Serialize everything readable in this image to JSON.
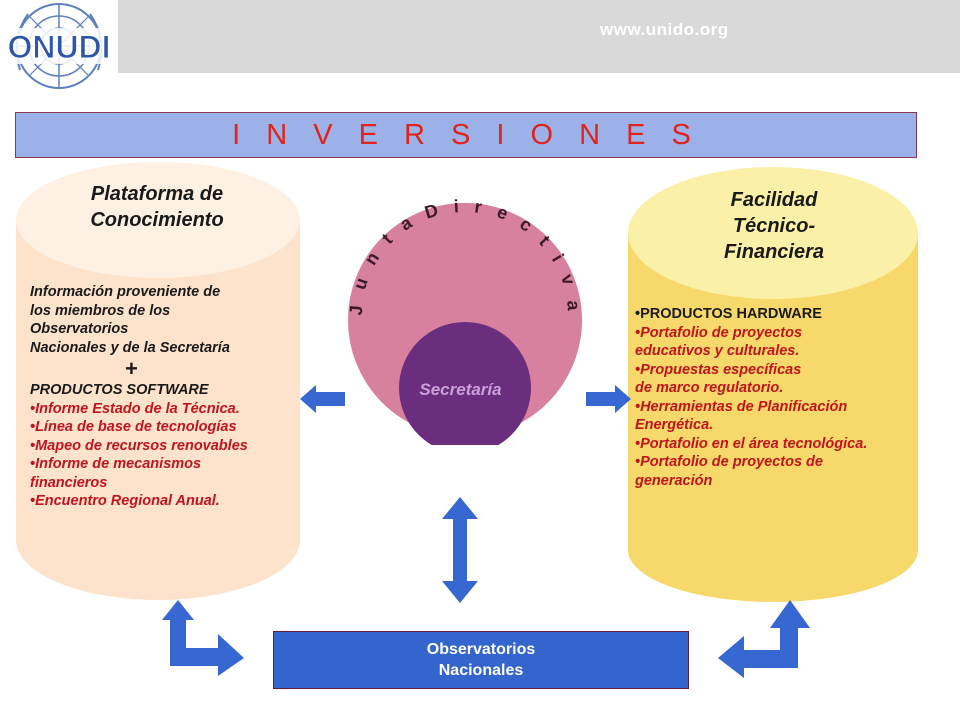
{
  "header": {
    "logo_text": "ONUDI",
    "url": "www.unido.org"
  },
  "title": "I N V E R S I O N E S",
  "left_panel": {
    "title_line1": "Plataforma de",
    "title_line2": "Conocimiento",
    "intro_lines": [
      "Información proveniente de",
      "los miembros de los",
      "Observatorios",
      "Nacionales y de la Secretaría"
    ],
    "plus": "+",
    "products_heading": "PRODUCTOS SOFTWARE",
    "bullets": [
      "•Informe Estado de la Técnica.",
      "•Línea de base de tecnologías",
      "•Mapeo de recursos renovables",
      "•Informe de mecanismos",
      "financieros",
      "•Encuentro Regional Anual."
    ]
  },
  "center": {
    "arc_label": "J u n t a   D i r e c t i v a",
    "inner_label": "Secretaría"
  },
  "right_panel": {
    "title_line1": "Facilidad",
    "title_line2": "Técnico-",
    "title_line3": "Financiera",
    "products_heading": "•PRODUCTOS HARDWARE",
    "bullets": [
      "•Portafolio de proyectos",
      "educativos y culturales.",
      "•Propuestas específicas",
      "de marco regulatorio.",
      "•Herramientas de Planificación",
      "Energética.",
      "•Portafolio en el área tecnológica.",
      "•Portafolio de proyectos de",
      "generación"
    ]
  },
  "bottom_box": {
    "line1": "Observatorios",
    "line2": "Nacionales"
  },
  "colors": {
    "title_bar": "#9bb1e8",
    "title_text": "#e0241c",
    "left_cylinder": "#fde3cc",
    "right_cylinder": "#f7d86a",
    "circle": "#d7819f",
    "inner_circle": "#6b2d7e",
    "arrows": "#3767d0",
    "bottom_box": "#3465cc"
  }
}
